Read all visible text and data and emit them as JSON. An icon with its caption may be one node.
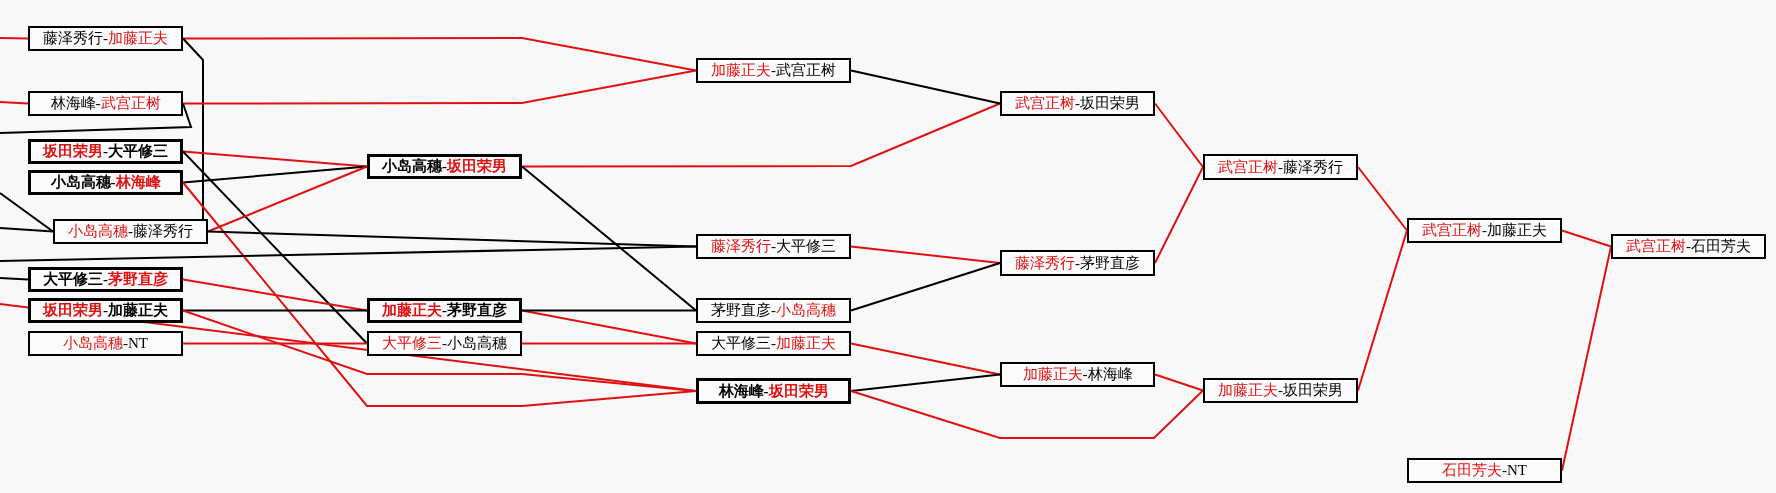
{
  "diagram": {
    "nodes": [
      {
        "text": [
          "藤泽秀行-加藤正夫"
        ]
      },
      {
        "text": [
          "林海峰-武宫正树"
        ]
      },
      {
        "text": [
          "坂田荣男-大平修三"
        ]
      },
      {
        "text": [
          "小岛高穗-林海峰"
        ]
      },
      {
        "text": [
          "小岛高穗-藤泽秀行"
        ]
      },
      {
        "text": [
          "大平修三-茅野直彦"
        ]
      },
      {
        "text": [
          "坂田荣男-加藤正夫"
        ]
      },
      {
        "text": [
          "小岛高穗-NT"
        ]
      },
      {
        "text": [
          "小岛高穗-坂田荣男"
        ]
      },
      {
        "text": [
          "加藤正夫-茅野直彦"
        ]
      },
      {
        "text": [
          "大平修三-小岛高穗"
        ]
      },
      {
        "text": [
          "加藤正夫-武宫正树"
        ]
      },
      {
        "text": [
          "藤泽秀行-大平修三"
        ]
      },
      {
        "text": [
          "茅野直彦-小岛高穗"
        ]
      },
      {
        "text": [
          "大平修三-加藤正夫"
        ]
      },
      {
        "text": [
          "林海峰-坂田荣男"
        ]
      },
      {
        "text": [
          "武宫正树-坂田荣男"
        ]
      },
      {
        "text": [
          "藤泽秀行-茅野直彦"
        ]
      },
      {
        "text": [
          "加藤正夫-林海峰"
        ]
      },
      {
        "text": [
          "武宫正树-藤泽秀行"
        ]
      },
      {
        "text": [
          "加藤正夫-坂田荣男"
        ]
      },
      {
        "text": [
          "武宫正树-加藤正夫"
        ]
      },
      {
        "text": [
          "石田芳夫-NT"
        ]
      },
      {
        "text": [
          "武宫正树-石田芳夫"
        ]
      }
    ],
    "edges": [
      {
        "from": null,
        "to": 0,
        "arrow": "none"
      },
      {
        "from": null,
        "to": 1,
        "arrow": "none"
      },
      {
        "from": 0,
        "to": 11,
        "arrow": "none"
      },
      {
        "from": 0,
        "to": 4,
        "arrow": "none",
        "color": "#000000"
      },
      {
        "from": 1,
        "to": 11,
        "arrow": "none"
      },
      {
        "from": 1,
        "to": null,
        "arrow": "none",
        "color": "#000000"
      },
      {
        "from": 2,
        "to": 8,
        "arrow": "none"
      },
      {
        "from": 2,
        "to": 10,
        "arrow": "none",
        "color": "#000000"
      },
      {
        "from": 3,
        "to": 8,
        "arrow": "none",
        "color": "#000000"
      },
      {
        "from": 3,
        "to": 15,
        "arrow": "none"
      },
      {
        "from": null,
        "to": 4,
        "arrow": "none",
        "color": "#000000"
      },
      {
        "from": null,
        "to": 4,
        "arrow": "none",
        "color": "#000000"
      },
      {
        "from": 4,
        "to": 8,
        "arrow": "none"
      },
      {
        "from": 4,
        "to": 12,
        "arrow": "none",
        "color": "#000000"
      },
      {
        "from": null,
        "to": 5,
        "arrow": "none",
        "color": "#000000"
      },
      {
        "from": 5,
        "to": 9,
        "arrow": "none"
      },
      {
        "from": null,
        "to": 12,
        "arrow": "none",
        "color": "#000000"
      },
      {
        "from": null,
        "to": 15,
        "arrow": "none"
      },
      {
        "from": 6,
        "to": 9,
        "arrow": "none",
        "color": "#000000"
      },
      {
        "from": 6,
        "to": 15,
        "arrow": "none"
      },
      {
        "from": 7,
        "to": 10,
        "arrow": "none"
      },
      {
        "from": 8,
        "to": 16,
        "arrow": "none"
      },
      {
        "from": 8,
        "to": 13,
        "arrow": "none",
        "color": "#000000"
      },
      {
        "from": 9,
        "to": 14,
        "arrow": "none"
      },
      {
        "from": 9,
        "to": 13,
        "arrow": "none",
        "color": "#000000"
      },
      {
        "from": 10,
        "to": 14,
        "arrow": "none"
      },
      {
        "from": 11,
        "to": 16,
        "arrow": "none",
        "color": "#000000"
      },
      {
        "from": 16,
        "to": 19,
        "arrow": "none"
      },
      {
        "from": 12,
        "to": 17,
        "arrow": "none"
      },
      {
        "from": 13,
        "to": 17,
        "arrow": "none",
        "color": "#000000"
      },
      {
        "from": 14,
        "to": 18,
        "arrow": "none"
      },
      {
        "from": 15,
        "to": 18,
        "arrow": "none",
        "color": "#000000"
      },
      {
        "from": 15,
        "to": 20,
        "arrow": "none"
      },
      {
        "from": 17,
        "to": 19,
        "arrow": "none"
      },
      {
        "from": 18,
        "to": 20,
        "arrow": "none"
      },
      {
        "from": 19,
        "to": 21,
        "arrow": "none"
      },
      {
        "from": 20,
        "to": 21,
        "arrow": "none"
      },
      {
        "from": 21,
        "to": 23,
        "arrow": "none"
      },
      {
        "from": 22,
        "to": 23,
        "arrow": "none"
      }
    ]
  }
}
